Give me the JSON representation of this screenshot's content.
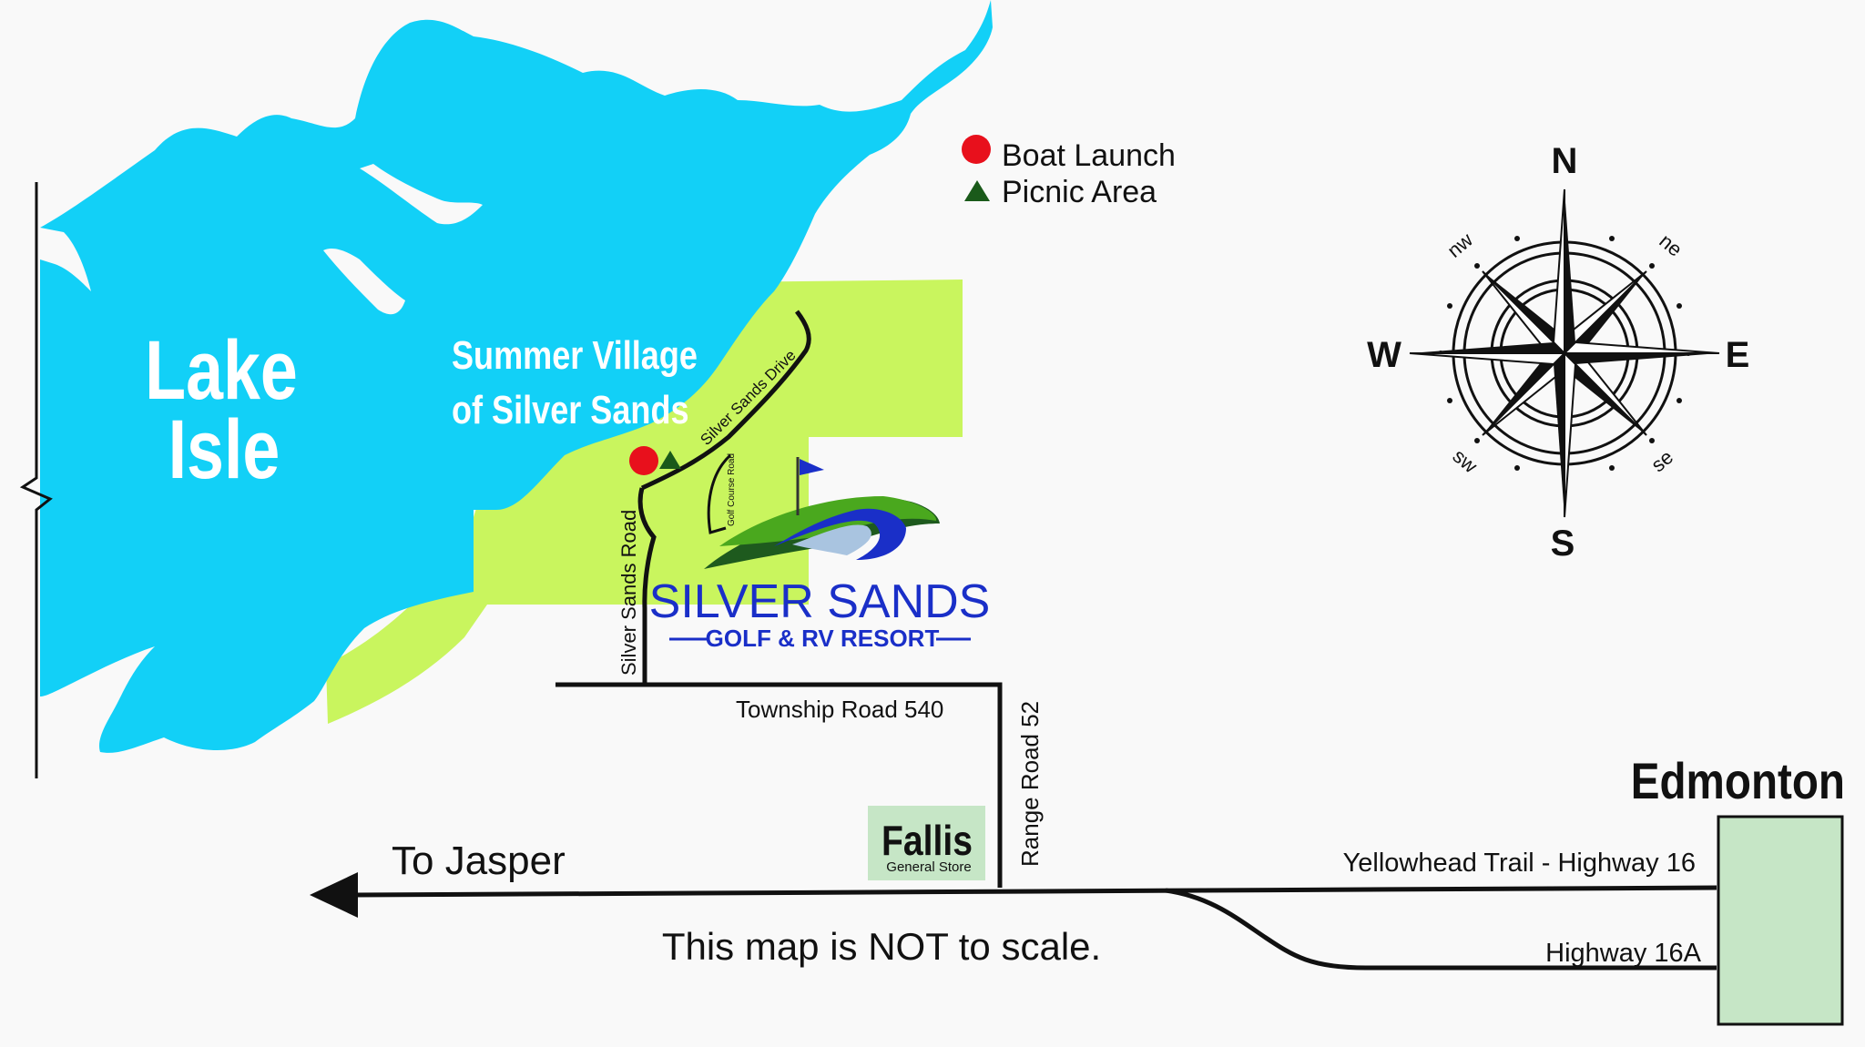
{
  "colors": {
    "water": "#12d0f7",
    "land": "#c9f55e",
    "road": "#111111",
    "city": "#c6e6c6",
    "marker_boat": "#e8101c",
    "marker_picnic": "#1a5a1a",
    "logo_blue": "#1a2fc8",
    "logo_green": "#4aa81e",
    "logo_dark_green": "#1e5a1e",
    "logo_silver": "#a9c4e0"
  },
  "legend": {
    "boat_launch": "Boat Launch",
    "picnic_area": "Picnic Area"
  },
  "lake": {
    "name_line1": "Lake",
    "name_line2": "Isle"
  },
  "village": {
    "line1": "Summer Village",
    "line2": "of Silver Sands"
  },
  "roads": {
    "silver_sands_drive": "Silver Sands Drive",
    "golf_course_road": "Golf Course Road",
    "silver_sands_road": "Silver Sands Road",
    "township_road": "Township Road 540",
    "range_road": "Range Road 52",
    "yellowhead": "Yellowhead Trail - Highway 16",
    "highway_16a": "Highway 16A",
    "to_jasper": "To Jasper"
  },
  "resort": {
    "name": "SILVER SANDS",
    "subtitle": "GOLF & RV RESORT"
  },
  "store": {
    "name": "Fallis",
    "subtitle": "General Store"
  },
  "city": {
    "name": "Edmonton"
  },
  "compass": {
    "n": "N",
    "s": "S",
    "e": "E",
    "w": "W",
    "ne": "ne",
    "nw": "nw",
    "se": "se",
    "sw": "sw"
  },
  "note": "This map is NOT to scale."
}
